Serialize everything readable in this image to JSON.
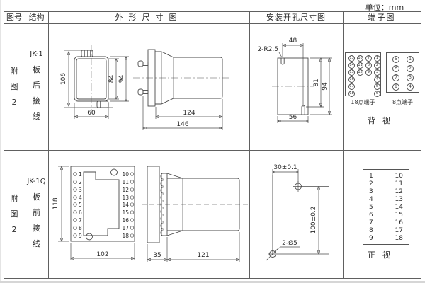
{
  "unit_label": "单位：mm",
  "headers": {
    "fig": "图号",
    "structure": "结构",
    "outline": "外形尺寸图",
    "mounting": "安装开孔尺寸图",
    "terminal": "端子图"
  },
  "row1": {
    "fig": "附图2",
    "model": "JK-1",
    "wiring": "板后接线",
    "front_dims": {
      "height": "106",
      "inner_height": "84",
      "outer_height": "94",
      "width": "60"
    },
    "side_dims": {
      "body_length": "124",
      "total_length": "146"
    },
    "mount_dims": {
      "slot_radius": "2-R2.5",
      "slot_spacing": "48",
      "inner_height": "81",
      "outer_height": "94",
      "width": "56"
    },
    "terminal18": {
      "label": "18点端子",
      "col1": [
        "13",
        "14",
        "15",
        "16",
        "17",
        "18"
      ],
      "col2": [
        "10",
        "11",
        "12"
      ],
      "col3": [
        "7",
        "8",
        "9"
      ],
      "col4": [
        "1",
        "2",
        "3",
        "4",
        "5",
        "6"
      ]
    },
    "terminal8": {
      "label": "8点端子",
      "col1": [
        "5",
        "6",
        "7",
        "8"
      ],
      "col2": [
        "1",
        "2",
        "3",
        "4"
      ]
    },
    "view_label": "背视"
  },
  "row2": {
    "fig": "附图2",
    "model": "JK-1Q",
    "wiring": "板前接线",
    "front_dims": {
      "height": "118",
      "width": "102"
    },
    "pins_left": [
      "1",
      "2",
      "3",
      "4",
      "5",
      "6",
      "7",
      "8",
      "9"
    ],
    "pins_right": [
      "10",
      "11",
      "12",
      "13",
      "14",
      "15",
      "16",
      "17",
      "18"
    ],
    "side_dims": {
      "flange": "35",
      "body_length": "121"
    },
    "mount_dims": {
      "hole_spacing_h": "30±0.1",
      "hole_spacing_v": "100±0.2",
      "hole_label": "2-Ø5"
    },
    "view_label": "正视"
  }
}
